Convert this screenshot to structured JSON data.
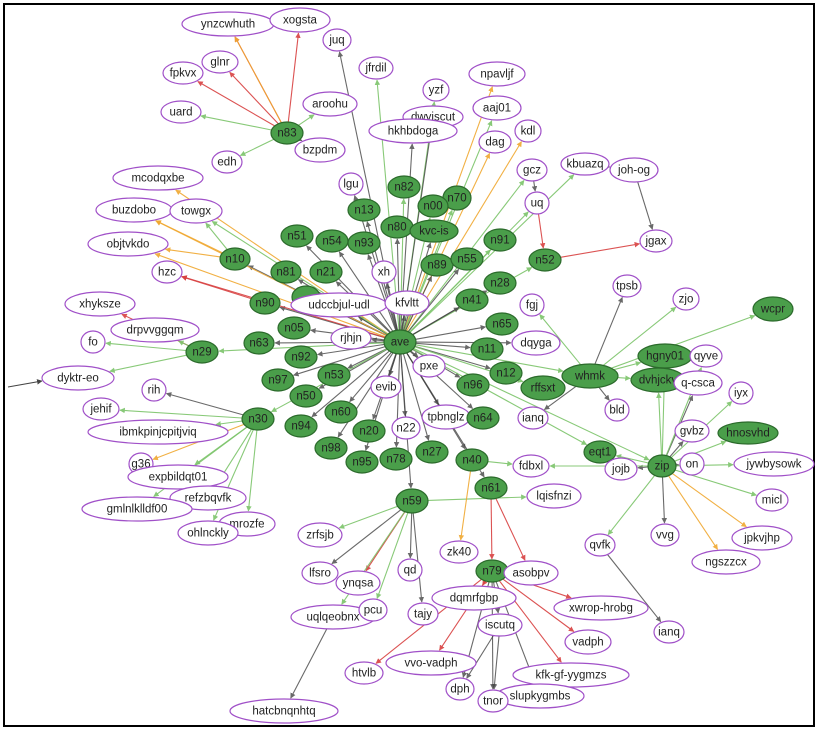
{
  "colors": {
    "node_fill_hub": "#4a9e4a",
    "node_stroke_hub": "#2b6a2b",
    "node_fill_leaf": "#ffffff",
    "node_stroke_leaf": "#a050c8",
    "edge_green": "#7cc46a",
    "edge_red": "#d84040",
    "edge_orange": "#f0a830",
    "edge_gray": "#444444"
  },
  "nodes": [
    {
      "id": "ynzcwhuth",
      "label": "ynzcwhuth",
      "hub": false
    },
    {
      "id": "xogsta",
      "label": "xogsta",
      "hub": false
    },
    {
      "id": "juq",
      "label": "juq",
      "hub": false
    },
    {
      "id": "jfrdil",
      "label": "jfrdil",
      "hub": false
    },
    {
      "id": "npavljf",
      "label": "npavljf",
      "hub": false
    },
    {
      "id": "glnr",
      "label": "glnr",
      "hub": false
    },
    {
      "id": "fpkvx",
      "label": "fpkvx",
      "hub": false
    },
    {
      "id": "yzf",
      "label": "yzf",
      "hub": false
    },
    {
      "id": "aaj01",
      "label": "aaj01",
      "hub": false
    },
    {
      "id": "uard",
      "label": "uard",
      "hub": false
    },
    {
      "id": "aroohu",
      "label": "aroohu",
      "hub": false
    },
    {
      "id": "dwyiscut",
      "label": "dwyiscut",
      "hub": false
    },
    {
      "id": "hkhbdoga",
      "label": "hkhbdoga",
      "hub": false
    },
    {
      "id": "dag",
      "label": "dag",
      "hub": false
    },
    {
      "id": "kdl",
      "label": "kdl",
      "hub": false
    },
    {
      "id": "n83",
      "label": "n83",
      "hub": true
    },
    {
      "id": "bzpdm",
      "label": "bzpdm",
      "hub": false
    },
    {
      "id": "edh",
      "label": "edh",
      "hub": false
    },
    {
      "id": "lgu",
      "label": "lgu",
      "hub": false
    },
    {
      "id": "gcz",
      "label": "gcz",
      "hub": false
    },
    {
      "id": "kbuazq",
      "label": "kbuazq",
      "hub": false
    },
    {
      "id": "joh-og",
      "label": "joh-og",
      "hub": false
    },
    {
      "id": "mcodqxbe",
      "label": "mcodqxbe",
      "hub": false
    },
    {
      "id": "n82",
      "label": "n82",
      "hub": true
    },
    {
      "id": "n70",
      "label": "n70",
      "hub": true
    },
    {
      "id": "n00",
      "label": "n00",
      "hub": true
    },
    {
      "id": "uq",
      "label": "uq",
      "hub": false
    },
    {
      "id": "buzdobo",
      "label": "buzdobo",
      "hub": false
    },
    {
      "id": "towgx",
      "label": "towgx",
      "hub": false
    },
    {
      "id": "n13",
      "label": "n13",
      "hub": true
    },
    {
      "id": "n80",
      "label": "n80",
      "hub": true
    },
    {
      "id": "kvc-is",
      "label": "kvc-is",
      "hub": true
    },
    {
      "id": "n91",
      "label": "n91",
      "hub": true
    },
    {
      "id": "jgax",
      "label": "jgax",
      "hub": false
    },
    {
      "id": "objtvkdo",
      "label": "objtvkdo",
      "hub": false
    },
    {
      "id": "n51",
      "label": "n51",
      "hub": true
    },
    {
      "id": "n54",
      "label": "n54",
      "hub": true
    },
    {
      "id": "n93",
      "label": "n93",
      "hub": true
    },
    {
      "id": "n10",
      "label": "n10",
      "hub": true
    },
    {
      "id": "n89",
      "label": "n89",
      "hub": true
    },
    {
      "id": "n55",
      "label": "n55",
      "hub": true
    },
    {
      "id": "n52",
      "label": "n52",
      "hub": true
    },
    {
      "id": "hzc",
      "label": "hzc",
      "hub": false
    },
    {
      "id": "n81",
      "label": "n81",
      "hub": true
    },
    {
      "id": "n21",
      "label": "n21",
      "hub": true
    },
    {
      "id": "xh",
      "label": "xh",
      "hub": false
    },
    {
      "id": "n28",
      "label": "n28",
      "hub": true
    },
    {
      "id": "tpsb",
      "label": "tpsb",
      "hub": false
    },
    {
      "id": "zjo",
      "label": "zjo",
      "hub": false
    },
    {
      "id": "n90",
      "label": "n90",
      "hub": true
    },
    {
      "id": "nhub1",
      "label": "",
      "hub": true
    },
    {
      "id": "udccbjul-udl",
      "label": "udccbjul-udl",
      "hub": false
    },
    {
      "id": "kfvltt",
      "label": "kfvltt",
      "hub": false
    },
    {
      "id": "n41",
      "label": "n41",
      "hub": true
    },
    {
      "id": "fgj",
      "label": "fgj",
      "hub": false
    },
    {
      "id": "wcpr",
      "label": "wcpr",
      "hub": true
    },
    {
      "id": "xhyksze",
      "label": "xhyksze",
      "hub": false
    },
    {
      "id": "drpvvggqm",
      "label": "drpvvggqm",
      "hub": false
    },
    {
      "id": "n05",
      "label": "n05",
      "hub": true
    },
    {
      "id": "rjhjn",
      "label": "rjhjn",
      "hub": false
    },
    {
      "id": "n65",
      "label": "n65",
      "hub": true
    },
    {
      "id": "fo",
      "label": "fo",
      "hub": false
    },
    {
      "id": "n63",
      "label": "n63",
      "hub": true
    },
    {
      "id": "ave",
      "label": "ave",
      "hub": true
    },
    {
      "id": "dqyga",
      "label": "dqyga",
      "hub": false
    },
    {
      "id": "n29",
      "label": "n29",
      "hub": true
    },
    {
      "id": "n92",
      "label": "n92",
      "hub": true
    },
    {
      "id": "n11",
      "label": "n11",
      "hub": true
    },
    {
      "id": "hgny01",
      "label": "hgny01",
      "hub": true
    },
    {
      "id": "qyve",
      "label": "qyve",
      "hub": false
    },
    {
      "id": "dyktr-eo",
      "label": "dyktr-eo",
      "hub": false
    },
    {
      "id": "n97",
      "label": "n97",
      "hub": true
    },
    {
      "id": "n53",
      "label": "n53",
      "hub": true
    },
    {
      "id": "pxe",
      "label": "pxe",
      "hub": false
    },
    {
      "id": "n12",
      "label": "n12",
      "hub": true
    },
    {
      "id": "whmk",
      "label": "whmk",
      "hub": true
    },
    {
      "id": "dvhjckv",
      "label": "dvhjckv",
      "hub": true
    },
    {
      "id": "rih",
      "label": "rih",
      "hub": false
    },
    {
      "id": "evib",
      "label": "evib",
      "hub": false
    },
    {
      "id": "rffsxt",
      "label": "rffsxt",
      "hub": true
    },
    {
      "id": "q-csca",
      "label": "q-csca",
      "hub": false
    },
    {
      "id": "iyx",
      "label": "iyx",
      "hub": false
    },
    {
      "id": "jehif",
      "label": "jehif",
      "hub": false
    },
    {
      "id": "n50",
      "label": "n50",
      "hub": true
    },
    {
      "id": "n96",
      "label": "n96",
      "hub": true
    },
    {
      "id": "n30",
      "label": "n30",
      "hub": true
    },
    {
      "id": "n60",
      "label": "n60",
      "hub": true
    },
    {
      "id": "bld",
      "label": "bld",
      "hub": false
    },
    {
      "id": "ibmkpinjcpitjviq",
      "label": "ibmkpinjcpitjviq",
      "hub": false
    },
    {
      "id": "n94",
      "label": "n94",
      "hub": true
    },
    {
      "id": "tpbnglz",
      "label": "tpbnglz",
      "hub": false
    },
    {
      "id": "n64",
      "label": "n64",
      "hub": true
    },
    {
      "id": "ianq1",
      "label": "ianq",
      "hub": false
    },
    {
      "id": "n22",
      "label": "n22",
      "hub": false
    },
    {
      "id": "hnosvhd",
      "label": "hnosvhd",
      "hub": true
    },
    {
      "id": "gvbz",
      "label": "gvbz",
      "hub": false
    },
    {
      "id": "n98",
      "label": "n98",
      "hub": true
    },
    {
      "id": "n20",
      "label": "n20",
      "hub": true
    },
    {
      "id": "eqt1",
      "label": "eqt1",
      "hub": true
    },
    {
      "id": "on",
      "label": "on",
      "hub": false
    },
    {
      "id": "jywbysowk",
      "label": "jywbysowk",
      "hub": false
    },
    {
      "id": "g36",
      "label": "g36",
      "hub": false
    },
    {
      "id": "n95",
      "label": "n95",
      "hub": true
    },
    {
      "id": "n78",
      "label": "n78",
      "hub": true
    },
    {
      "id": "n27",
      "label": "n27",
      "hub": true
    },
    {
      "id": "n40",
      "label": "n40",
      "hub": true
    },
    {
      "id": "fdbxl",
      "label": "fdbxl",
      "hub": false
    },
    {
      "id": "jojb",
      "label": "jojb",
      "hub": false
    },
    {
      "id": "zip",
      "label": "zip",
      "hub": true
    },
    {
      "id": "expbildqt01",
      "label": "expbildqt01",
      "hub": false
    },
    {
      "id": "n61",
      "label": "n61",
      "hub": true
    },
    {
      "id": "refzbqvfk",
      "label": "refzbqvfk",
      "hub": false
    },
    {
      "id": "gmlnlklldf",
      "label": "gmlnlklldf00",
      "hub": false
    },
    {
      "id": "n59",
      "label": "n59",
      "hub": true
    },
    {
      "id": "lqisfnzi",
      "label": "lqisfnzi",
      "hub": false
    },
    {
      "id": "micl",
      "label": "micl",
      "hub": false
    },
    {
      "id": "mrozfe",
      "label": "mrozfe",
      "hub": false
    },
    {
      "id": "ohlnckly",
      "label": "ohlnckly",
      "hub": false
    },
    {
      "id": "zrfsjb",
      "label": "zrfsjb",
      "hub": false
    },
    {
      "id": "jpkvjhp",
      "label": "jpkvjhp",
      "hub": false
    },
    {
      "id": "qvfk",
      "label": "qvfk",
      "hub": false
    },
    {
      "id": "vvg",
      "label": "vvg",
      "hub": false
    },
    {
      "id": "zk40",
      "label": "zk40",
      "hub": false
    },
    {
      "id": "ngszzcx",
      "label": "ngszzcx",
      "hub": false
    },
    {
      "id": "lfsro",
      "label": "lfsro",
      "hub": false
    },
    {
      "id": "qd",
      "label": "qd",
      "hub": false
    },
    {
      "id": "n79",
      "label": "n79",
      "hub": true
    },
    {
      "id": "asobpv",
      "label": "asobpv",
      "hub": false
    },
    {
      "id": "ynqsa",
      "label": "ynqsa",
      "hub": false
    },
    {
      "id": "dqmrfgbp",
      "label": "dqmrfgbp",
      "hub": false
    },
    {
      "id": "tajy",
      "label": "tajy",
      "hub": false
    },
    {
      "id": "xwrop-hrobg",
      "label": "xwrop-hrobg",
      "hub": false
    },
    {
      "id": "uqlqeobnx",
      "label": "uqlqeobnx",
      "hub": false
    },
    {
      "id": "pcu",
      "label": "pcu",
      "hub": false
    },
    {
      "id": "iscutq",
      "label": "iscutq",
      "hub": false
    },
    {
      "id": "ianq2",
      "label": "ianq",
      "hub": false
    },
    {
      "id": "vadph",
      "label": "vadph",
      "hub": false
    },
    {
      "id": "vvo-vadph",
      "label": "vvo-vadph",
      "hub": false
    },
    {
      "id": "kfk-gf-yygmzs",
      "label": "kfk-gf-yygmzs",
      "hub": false
    },
    {
      "id": "htvlb",
      "label": "htvlb",
      "hub": false
    },
    {
      "id": "dph",
      "label": "dph",
      "hub": false
    },
    {
      "id": "slupkygmbs",
      "label": "slupkygmbs",
      "hub": false
    },
    {
      "id": "tnor",
      "label": "tnor",
      "hub": false
    },
    {
      "id": "hatcbnqnhtq",
      "label": "hatcbnqnhtq",
      "hub": false
    }
  ],
  "edges": [
    [
      "n83",
      "ynzcwhuth",
      "red"
    ],
    [
      "n83",
      "xogsta",
      "red"
    ],
    [
      "n83",
      "glnr",
      "red"
    ],
    [
      "n83",
      "fpkvx",
      "red"
    ],
    [
      "n83",
      "uard",
      "green"
    ],
    [
      "n83",
      "aroohu",
      "green"
    ],
    [
      "n83",
      "bzpdm",
      "gray"
    ],
    [
      "n83",
      "edh",
      "green"
    ],
    [
      "n83",
      "ynzcwhuth",
      "orange"
    ],
    [
      "ave",
      "juq",
      "gray"
    ],
    [
      "ave",
      "jfrdil",
      "green"
    ],
    [
      "ave",
      "npavljf",
      "orange"
    ],
    [
      "ave",
      "yzf",
      "green"
    ],
    [
      "ave",
      "aaj01",
      "green"
    ],
    [
      "ave",
      "dwyiscut",
      "gray"
    ],
    [
      "ave",
      "hkhbdoga",
      "gray"
    ],
    [
      "ave",
      "dag",
      "orange"
    ],
    [
      "ave",
      "kdl",
      "orange"
    ],
    [
      "ave",
      "lgu",
      "gray"
    ],
    [
      "ave",
      "gcz",
      "green"
    ],
    [
      "ave",
      "kbuazq",
      "green"
    ],
    [
      "ave",
      "n82",
      "green"
    ],
    [
      "ave",
      "n70",
      "green"
    ],
    [
      "ave",
      "n00",
      "green"
    ],
    [
      "ave",
      "uq",
      "green"
    ],
    [
      "ave",
      "n13",
      "gray"
    ],
    [
      "ave",
      "n80",
      "gray"
    ],
    [
      "ave",
      "kvc-is",
      "gray"
    ],
    [
      "ave",
      "n91",
      "green"
    ],
    [
      "ave",
      "n51",
      "gray"
    ],
    [
      "ave",
      "n54",
      "gray"
    ],
    [
      "ave",
      "n93",
      "gray"
    ],
    [
      "ave",
      "n10",
      "gray"
    ],
    [
      "ave",
      "n89",
      "gray"
    ],
    [
      "ave",
      "n55",
      "gray"
    ],
    [
      "ave",
      "n52",
      "green"
    ],
    [
      "ave",
      "n81",
      "gray"
    ],
    [
      "ave",
      "n21",
      "gray"
    ],
    [
      "ave",
      "xh",
      "gray"
    ],
    [
      "ave",
      "n28",
      "gray"
    ],
    [
      "ave",
      "n90",
      "gray"
    ],
    [
      "ave",
      "nhub1",
      "gray"
    ],
    [
      "ave",
      "udccbjul-udl",
      "gray"
    ],
    [
      "ave",
      "kfvltt",
      "gray"
    ],
    [
      "ave",
      "n41",
      "gray"
    ],
    [
      "ave",
      "n05",
      "gray"
    ],
    [
      "ave",
      "rjhjn",
      "gray"
    ],
    [
      "ave",
      "n65",
      "gray"
    ],
    [
      "ave",
      "n63",
      "gray"
    ],
    [
      "ave",
      "dqyga",
      "gray"
    ],
    [
      "ave",
      "n29",
      "green"
    ],
    [
      "ave",
      "n92",
      "gray"
    ],
    [
      "ave",
      "n11",
      "gray"
    ],
    [
      "ave",
      "n97",
      "gray"
    ],
    [
      "ave",
      "n53",
      "gray"
    ],
    [
      "ave",
      "pxe",
      "gray"
    ],
    [
      "ave",
      "n12",
      "gray"
    ],
    [
      "ave",
      "evib",
      "gray"
    ],
    [
      "ave",
      "rffsxt",
      "green"
    ],
    [
      "ave",
      "n50",
      "gray"
    ],
    [
      "ave",
      "n96",
      "gray"
    ],
    [
      "ave",
      "n30",
      "green"
    ],
    [
      "ave",
      "n60",
      "gray"
    ],
    [
      "ave",
      "n94",
      "gray"
    ],
    [
      "ave",
      "tpbnglz",
      "gray"
    ],
    [
      "ave",
      "n64",
      "gray"
    ],
    [
      "ave",
      "n22",
      "gray"
    ],
    [
      "ave",
      "n98",
      "gray"
    ],
    [
      "ave",
      "n20",
      "gray"
    ],
    [
      "ave",
      "n95",
      "gray"
    ],
    [
      "ave",
      "n78",
      "gray"
    ],
    [
      "ave",
      "n27",
      "gray"
    ],
    [
      "ave",
      "n40",
      "gray"
    ],
    [
      "ave",
      "n61",
      "gray"
    ],
    [
      "ave",
      "n59",
      "gray"
    ],
    [
      "ave",
      "whmk",
      "green"
    ],
    [
      "ave",
      "zip",
      "green"
    ],
    [
      "ave",
      "eqt1",
      "green"
    ],
    [
      "ave",
      "mcodqxbe",
      "orange"
    ],
    [
      "ave",
      "buzdobo",
      "orange"
    ],
    [
      "ave",
      "towgx",
      "green"
    ],
    [
      "ave",
      "objtvkdo",
      "orange"
    ],
    [
      "ave",
      "hzc",
      "red"
    ],
    [
      "n10",
      "objtvkdo",
      "orange"
    ],
    [
      "n10",
      "towgx",
      "green"
    ],
    [
      "n10",
      "buzdobo",
      "orange"
    ],
    [
      "n90",
      "hzc",
      "red"
    ],
    [
      "n29",
      "xhykszе",
      "red"
    ],
    [
      "n29",
      "xhyksze",
      "red"
    ],
    [
      "n29",
      "drpvvggqm",
      "green"
    ],
    [
      "n29",
      "fo",
      "green"
    ],
    [
      "n29",
      "dyktr-eo",
      "green"
    ],
    [
      "n30",
      "rih",
      "gray"
    ],
    [
      "n30",
      "jehif",
      "green"
    ],
    [
      "n30",
      "ibmkpinjcpitjviq",
      "green"
    ],
    [
      "n30",
      "g36",
      "orange"
    ],
    [
      "n30",
      "expbildqt01",
      "green"
    ],
    [
      "n30",
      "refzbqvfk",
      "green"
    ],
    [
      "n30",
      "gmlnlklldf",
      "green"
    ],
    [
      "n30",
      "mrozfe",
      "green"
    ],
    [
      "n30",
      "ohlnckly",
      "green"
    ],
    [
      "n52",
      "jgax",
      "red"
    ],
    [
      "kbuazq",
      "joh-og",
      "gray"
    ],
    [
      "joh-og",
      "jgax",
      "gray"
    ],
    [
      "gcz",
      "uq",
      "gray"
    ],
    [
      "uq",
      "n52",
      "red"
    ],
    [
      "whmk",
      "hgny01",
      "green"
    ],
    [
      "whmk",
      "dvhjckv",
      "green"
    ],
    [
      "whmk",
      "wcpr",
      "green"
    ],
    [
      "whmk",
      "tpsb",
      "gray"
    ],
    [
      "whmk",
      "zjo",
      "green"
    ],
    [
      "whmk",
      "bld",
      "gray"
    ],
    [
      "whmk",
      "fgj",
      "green"
    ],
    [
      "whmk",
      "ianq1",
      "gray"
    ],
    [
      "zip",
      "hgny01",
      "green"
    ],
    [
      "zip",
      "dvhjckv",
      "green"
    ],
    [
      "zip",
      "q-csca",
      "gray"
    ],
    [
      "zip",
      "iyx",
      "green"
    ],
    [
      "zip",
      "qyve",
      "green"
    ],
    [
      "zip",
      "gvbz",
      "gray"
    ],
    [
      "zip",
      "hnosvhd",
      "green"
    ],
    [
      "zip",
      "on",
      "gray"
    ],
    [
      "zip",
      "jywbysowk",
      "green"
    ],
    [
      "zip",
      "micl",
      "green"
    ],
    [
      "zip",
      "jpkvjhp",
      "orange"
    ],
    [
      "zip",
      "ngszzcx",
      "orange"
    ],
    [
      "zip",
      "qvfk",
      "green"
    ],
    [
      "zip",
      "vvg",
      "gray"
    ],
    [
      "zip",
      "jojb",
      "gray"
    ],
    [
      "zip",
      "eqt1",
      "green"
    ],
    [
      "zip",
      "fdbxl",
      "green"
    ],
    [
      "n59",
      "zrfsjb",
      "green"
    ],
    [
      "n59",
      "lfsro",
      "gray"
    ],
    [
      "n59",
      "qd",
      "gray"
    ],
    [
      "n59",
      "ynqsa",
      "red"
    ],
    [
      "n59",
      "uqlqeobnx",
      "green"
    ],
    [
      "n59",
      "pcu",
      "green"
    ],
    [
      "n59",
      "tajy",
      "gray"
    ],
    [
      "n59",
      "lqisfnzi",
      "green"
    ],
    [
      "n40",
      "zk40",
      "orange"
    ],
    [
      "n40",
      "fdbxl",
      "green"
    ],
    [
      "n61",
      "asobpv",
      "red"
    ],
    [
      "n61",
      "n79",
      "red"
    ],
    [
      "n79",
      "dqmrfgbp",
      "red"
    ],
    [
      "n79",
      "xwrop-hrobg",
      "red"
    ],
    [
      "n79",
      "iscutq",
      "gray"
    ],
    [
      "n79",
      "vadph",
      "red"
    ],
    [
      "n79",
      "vvo-vadph",
      "red"
    ],
    [
      "n79",
      "kfk-gf-yygmzs",
      "red"
    ],
    [
      "n79",
      "htvlb",
      "red"
    ],
    [
      "n79",
      "dph",
      "gray"
    ],
    [
      "n79",
      "slupkygmbs",
      "gray"
    ],
    [
      "n79",
      "tnor",
      "gray"
    ],
    [
      "qvfk",
      "ianq2",
      "gray"
    ],
    [
      "uqlqeobnx",
      "hatcbnqnhtq",
      "gray"
    ],
    [
      "iscutq",
      "tnor",
      "gray"
    ],
    [
      "iscutq",
      "dph",
      "gray"
    ]
  ]
}
